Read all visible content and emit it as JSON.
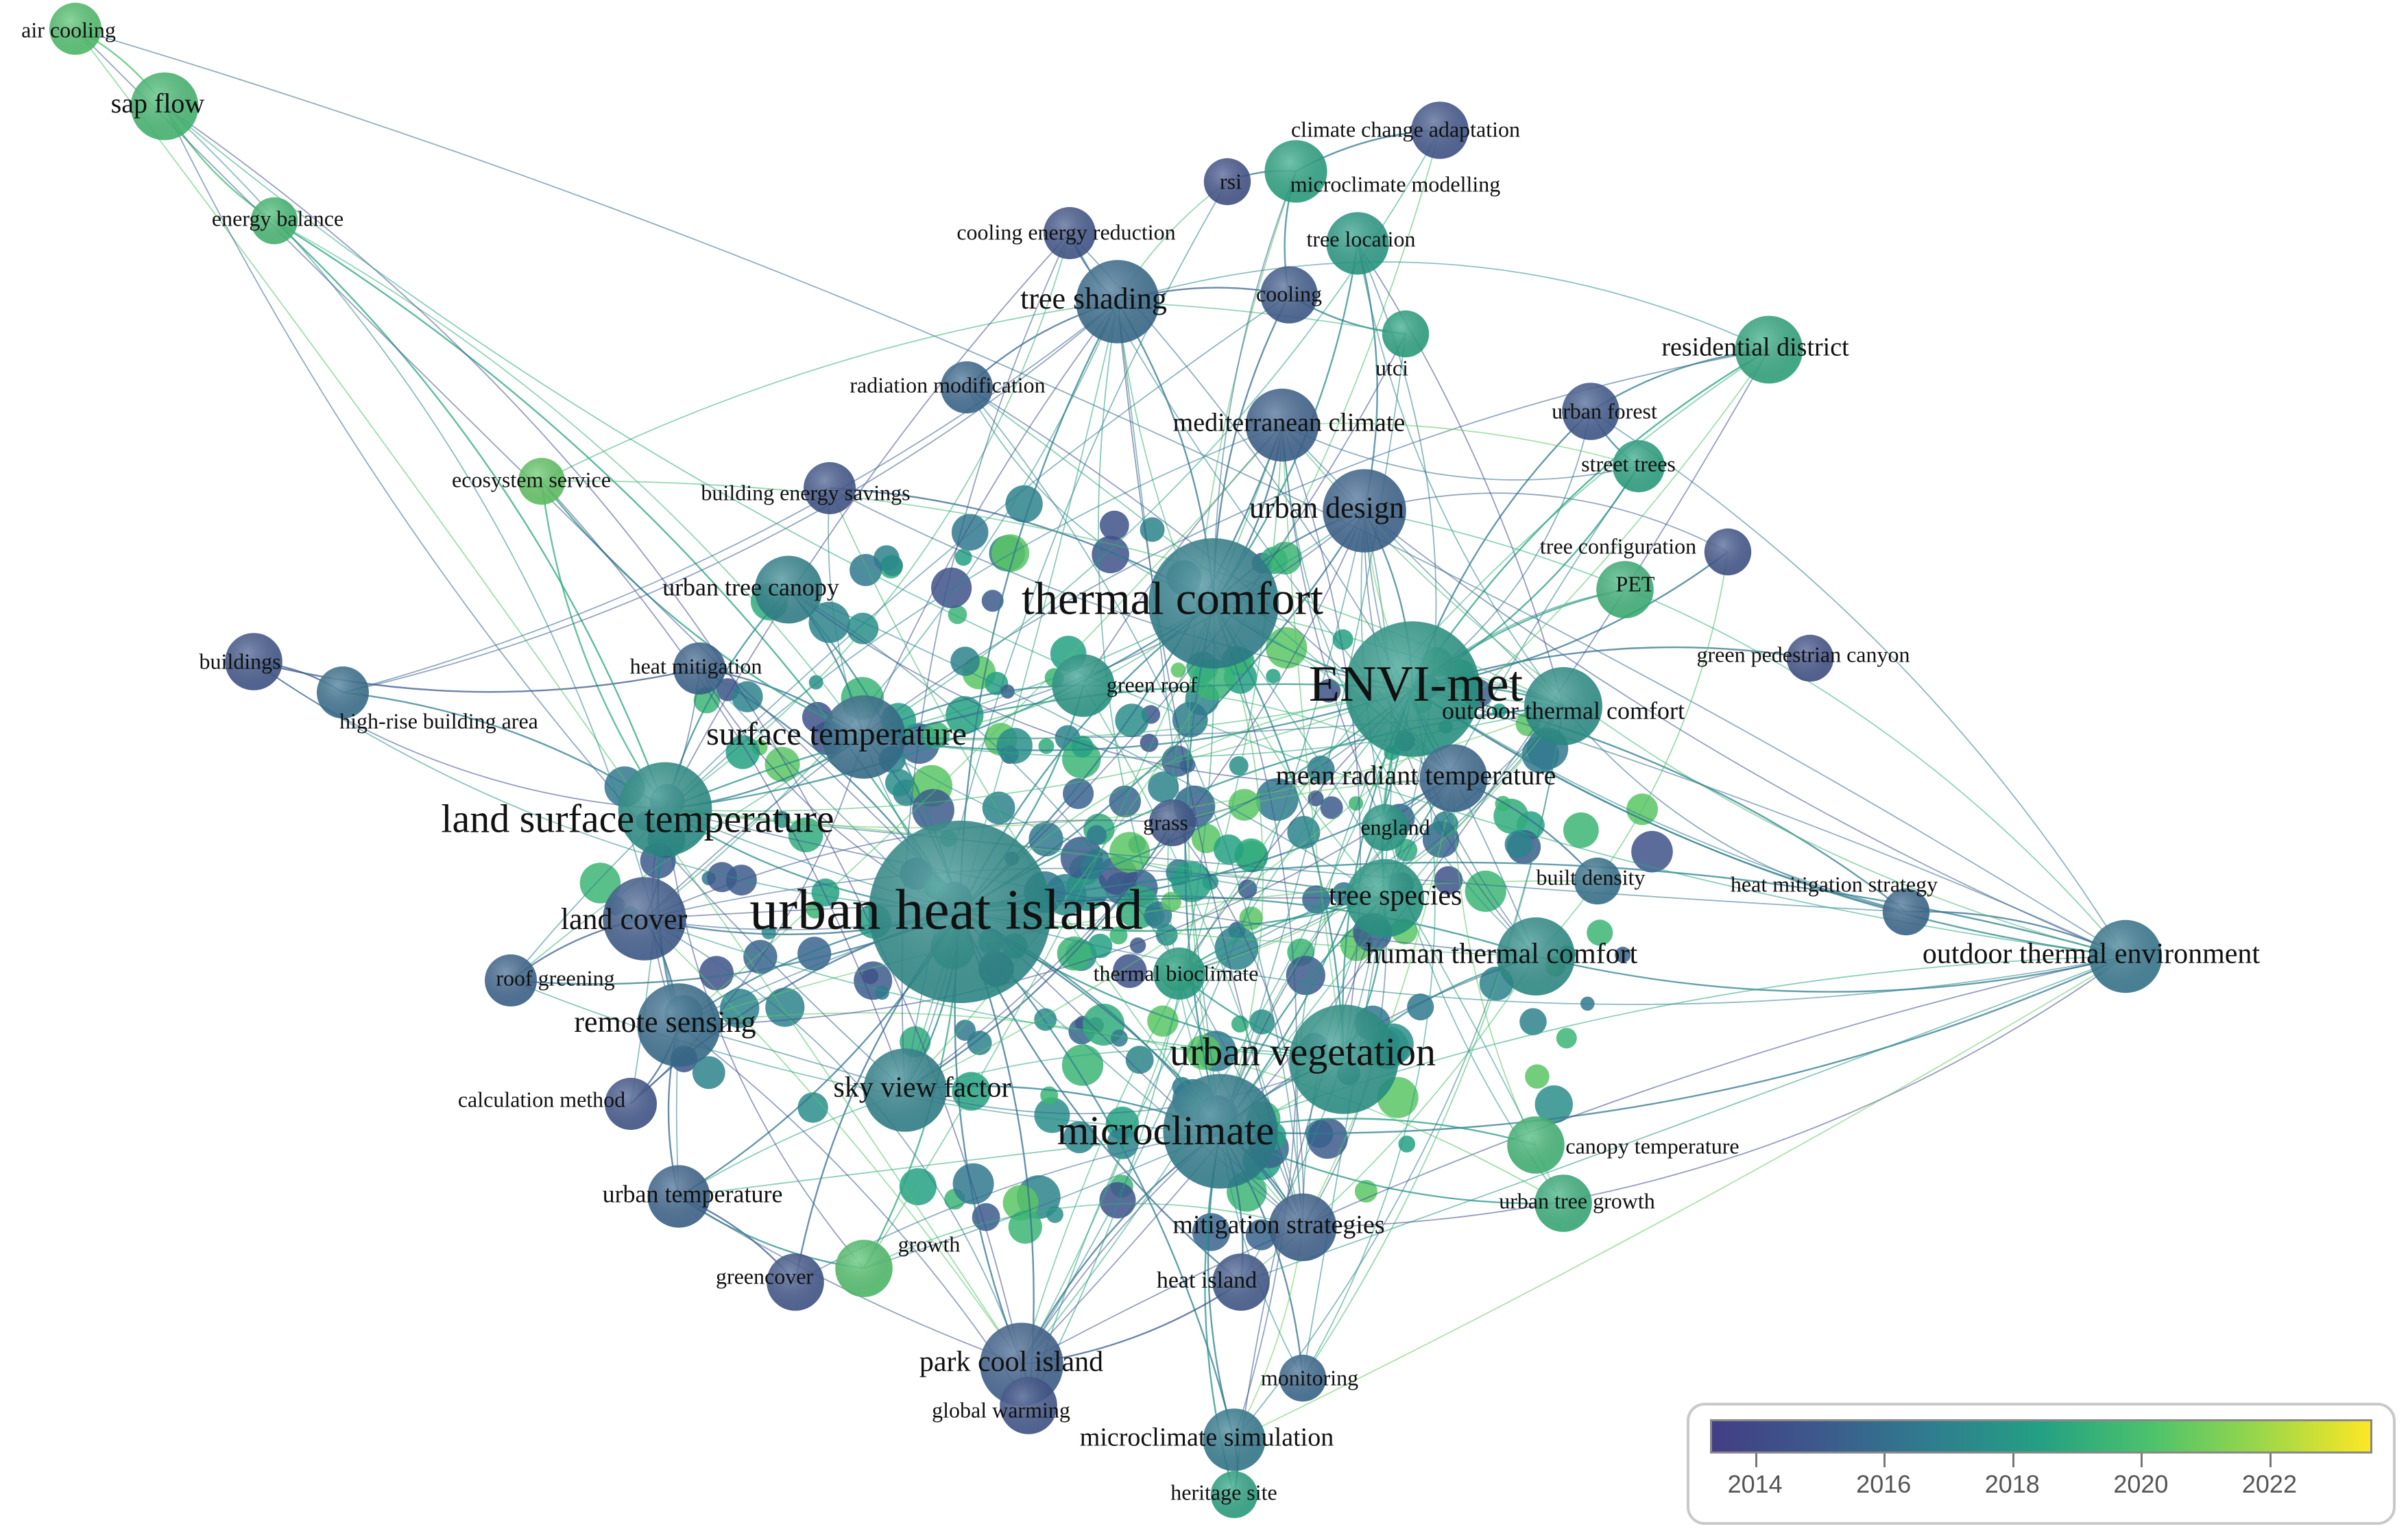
{
  "colors": {
    "scale": [
      "#433e85",
      "#3c5a8c",
      "#2f7d8e",
      "#24a083",
      "#4cc26c",
      "#9bd74a",
      "#fde725"
    ],
    "edge": "#2a8c8c",
    "background": "#ffffff"
  },
  "legend": {
    "labels": [
      "2014",
      "2016",
      "2018",
      "2020",
      "2022"
    ],
    "min_year": 2013.3,
    "max_year": 2023.6
  },
  "nodes": [
    {
      "label": "urban heat island",
      "year": 2017.4,
      "weight": 100
    },
    {
      "label": "thermal comfort",
      "year": 2016.9,
      "weight": 62
    },
    {
      "label": "ENVI-met",
      "year": 2018.0,
      "weight": 64
    },
    {
      "label": "microclimate",
      "year": 2016.8,
      "weight": 58
    },
    {
      "label": "urban vegetation",
      "year": 2017.8,
      "weight": 52
    },
    {
      "label": "land surface temperature",
      "year": 2017.6,
      "weight": 44
    },
    {
      "label": "surface temperature",
      "year": 2016.0,
      "weight": 40
    },
    {
      "label": "outdoor thermal comfort",
      "year": 2017.6,
      "weight": 34
    },
    {
      "label": "urban design",
      "year": 2015.4,
      "weight": 30
    },
    {
      "label": "land cover",
      "year": 2015.0,
      "weight": 28
    },
    {
      "label": "remote sensing",
      "year": 2015.9,
      "weight": 26
    },
    {
      "label": "human thermal comfort",
      "year": 2017.5,
      "weight": 26
    },
    {
      "label": "sky view factor",
      "year": 2017.0,
      "weight": 22
    },
    {
      "label": "tree species",
      "year": 2018.2,
      "weight": 22
    },
    {
      "label": "mean radiant temperature",
      "year": 2015.6,
      "weight": 22
    },
    {
      "label": "park cool island",
      "year": 2015.2,
      "weight": 22
    },
    {
      "label": "tree shading",
      "year": 2015.8,
      "weight": 20
    },
    {
      "label": "outdoor thermal environment",
      "year": 2016.4,
      "weight": 20
    },
    {
      "label": "mediterranean climate",
      "year": 2015.3,
      "weight": 18
    },
    {
      "label": "mitigation strategies",
      "year": 2015.2,
      "weight": 16
    },
    {
      "label": "urban tree canopy",
      "year": 2017.0,
      "weight": 16
    },
    {
      "label": "residential district",
      "year": 2018.8,
      "weight": 14
    },
    {
      "label": "microclimate simulation",
      "year": 2016.6,
      "weight": 14
    },
    {
      "label": "sap flow",
      "year": 2019.8,
      "weight": 14
    },
    {
      "label": "heat island",
      "year": 2014.8,
      "weight": 14
    },
    {
      "label": "urban temperature",
      "year": 2015.4,
      "weight": 14
    },
    {
      "label": "high-rise building area",
      "year": 2016.0,
      "weight": 12
    },
    {
      "label": "microclimate modelling",
      "year": 2018.6,
      "weight": 12
    },
    {
      "label": "climate change adaptation",
      "year": 2014.6,
      "weight": 10
    },
    {
      "label": "tree location",
      "year": 2018.2,
      "weight": 14
    },
    {
      "label": "cooling",
      "year": 2015.0,
      "weight": 14
    },
    {
      "label": "urban forest",
      "year": 2014.9,
      "weight": 12
    },
    {
      "label": "street trees",
      "year": 2018.6,
      "weight": 10
    },
    {
      "label": "PET",
      "year": 2019.4,
      "weight": 12
    },
    {
      "label": "tree configuration",
      "year": 2014.6,
      "weight": 9
    },
    {
      "label": "green pedestrian canyon",
      "year": 2014.4,
      "weight": 8
    },
    {
      "label": "built density",
      "year": 2016.2,
      "weight": 8
    },
    {
      "label": "heat mitigation strategy",
      "year": 2015.6,
      "weight": 10
    },
    {
      "label": "canopy temperature",
      "year": 2019.6,
      "weight": 10
    },
    {
      "label": "urban tree growth",
      "year": 2019.2,
      "weight": 10
    },
    {
      "label": "monitoring",
      "year": 2015.6,
      "weight": 8
    },
    {
      "label": "heritage site",
      "year": 2018.6,
      "weight": 8
    },
    {
      "label": "global warming",
      "year": 2014.6,
      "weight": 10
    },
    {
      "label": "greencover",
      "year": 2014.6,
      "weight": 10
    },
    {
      "label": "growth",
      "year": 2020.2,
      "weight": 10
    },
    {
      "label": "calculation method",
      "year": 2014.6,
      "weight": 9
    },
    {
      "label": "roof greening",
      "year": 2015.4,
      "weight": 10
    },
    {
      "label": "buildings",
      "year": 2014.6,
      "weight": 12
    },
    {
      "label": "heat mitigation",
      "year": 2015.4,
      "weight": 12
    },
    {
      "label": "green roof",
      "year": 2018.0,
      "weight": 14
    },
    {
      "label": "grass",
      "year": 2014.8,
      "weight": 8
    },
    {
      "label": "england",
      "year": 2018.2,
      "weight": 8
    },
    {
      "label": "thermal bioclimate",
      "year": 2018.4,
      "weight": 10
    },
    {
      "label": "building energy savings",
      "year": 2014.6,
      "weight": 10
    },
    {
      "label": "ecosystem service",
      "year": 2020.6,
      "weight": 8
    },
    {
      "label": "energy balance",
      "year": 2019.8,
      "weight": 8
    },
    {
      "label": "air cooling",
      "year": 2020.2,
      "weight": 10
    },
    {
      "label": "radiation modification",
      "year": 2015.6,
      "weight": 10
    },
    {
      "label": "cooling energy reduction",
      "year": 2014.6,
      "weight": 9
    },
    {
      "label": "rsi",
      "year": 2014.4,
      "weight": 8
    },
    {
      "label": "utci",
      "year": 2018.6,
      "weight": 8
    }
  ],
  "links": [
    [
      "urban heat island",
      "thermal comfort"
    ],
    [
      "urban heat island",
      "ENVI-met"
    ],
    [
      "urban heat island",
      "microclimate"
    ],
    [
      "urban heat island",
      "urban vegetation"
    ],
    [
      "urban heat island",
      "land surface temperature"
    ],
    [
      "urban heat island",
      "surface temperature"
    ],
    [
      "urban heat island",
      "land cover"
    ],
    [
      "urban heat island",
      "remote sensing"
    ],
    [
      "urban heat island",
      "sky view factor"
    ],
    [
      "urban heat island",
      "park cool island"
    ],
    [
      "urban heat island",
      "tree shading"
    ],
    [
      "urban heat island",
      "urban design"
    ],
    [
      "urban heat island",
      "mitigation strategies"
    ],
    [
      "urban heat island",
      "heat island"
    ],
    [
      "urban heat island",
      "urban temperature"
    ],
    [
      "urban heat island",
      "tree species"
    ],
    [
      "urban heat island",
      "human thermal comfort"
    ],
    [
      "urban heat island",
      "mean radiant temperature"
    ],
    [
      "urban heat island",
      "outdoor thermal comfort"
    ],
    [
      "urban heat island",
      "urban tree canopy"
    ],
    [
      "urban heat island",
      "microclimate simulation"
    ],
    [
      "urban heat island",
      "green roof"
    ],
    [
      "urban heat island",
      "roof greening"
    ],
    [
      "urban heat island",
      "heat mitigation"
    ],
    [
      "urban heat island",
      "growth"
    ],
    [
      "urban heat island",
      "greencover"
    ],
    [
      "urban heat island",
      "global warming"
    ],
    [
      "urban heat island",
      "calculation method"
    ],
    [
      "urban heat island",
      "outdoor thermal environment"
    ],
    [
      "urban heat island",
      "mediterranean climate"
    ],
    [
      "ENVI-met",
      "thermal comfort"
    ],
    [
      "ENVI-met",
      "mean radiant temperature"
    ],
    [
      "ENVI-met",
      "outdoor thermal comfort"
    ],
    [
      "ENVI-met",
      "urban vegetation"
    ],
    [
      "ENVI-met",
      "microclimate"
    ],
    [
      "ENVI-met",
      "urban design"
    ],
    [
      "ENVI-met",
      "PET"
    ],
    [
      "ENVI-met",
      "street trees"
    ],
    [
      "ENVI-met",
      "residential district"
    ],
    [
      "ENVI-met",
      "tree configuration"
    ],
    [
      "ENVI-met",
      "green pedestrian canyon"
    ],
    [
      "ENVI-met",
      "outdoor thermal environment"
    ],
    [
      "ENVI-met",
      "heat mitigation strategy"
    ],
    [
      "ENVI-met",
      "tree species"
    ],
    [
      "ENVI-met",
      "urban forest"
    ],
    [
      "ENVI-met",
      "land surface temperature"
    ],
    [
      "ENVI-met",
      "surface temperature"
    ],
    [
      "thermal comfort",
      "microclimate"
    ],
    [
      "thermal comfort",
      "urban vegetation"
    ],
    [
      "thermal comfort",
      "tree shading"
    ],
    [
      "thermal comfort",
      "urban design"
    ],
    [
      "thermal comfort",
      "mediterranean climate"
    ],
    [
      "thermal comfort",
      "cooling"
    ],
    [
      "thermal comfort",
      "tree location"
    ],
    [
      "thermal comfort",
      "land surface temperature"
    ],
    [
      "thermal comfort",
      "building energy savings"
    ],
    [
      "microclimate",
      "urban vegetation"
    ],
    [
      "microclimate",
      "sky view factor"
    ],
    [
      "microclimate",
      "mitigation strategies"
    ],
    [
      "microclimate",
      "park cool island"
    ],
    [
      "microclimate",
      "heat island"
    ],
    [
      "microclimate",
      "microclimate simulation"
    ],
    [
      "microclimate",
      "monitoring"
    ],
    [
      "microclimate",
      "heritage site"
    ],
    [
      "microclimate",
      "canopy temperature"
    ],
    [
      "microclimate",
      "urban tree growth"
    ],
    [
      "microclimate",
      "tree species"
    ],
    [
      "microclimate",
      "outdoor thermal environment"
    ],
    [
      "urban vegetation",
      "human thermal comfort"
    ],
    [
      "urban vegetation",
      "tree species"
    ],
    [
      "urban vegetation",
      "thermal bioclimate"
    ],
    [
      "land surface temperature",
      "surface temperature"
    ],
    [
      "land surface temperature",
      "land cover"
    ],
    [
      "land surface temperature",
      "remote sensing"
    ],
    [
      "land surface temperature",
      "urban tree canopy"
    ],
    [
      "land surface temperature",
      "high-rise building area"
    ],
    [
      "land surface temperature",
      "ecosystem service"
    ],
    [
      "surface temperature",
      "heat mitigation"
    ],
    [
      "surface temperature",
      "green roof"
    ],
    [
      "surface temperature",
      "urban tree canopy"
    ],
    [
      "land cover",
      "remote sensing"
    ],
    [
      "land cover",
      "roof greening"
    ],
    [
      "remote sensing",
      "calculation method"
    ],
    [
      "remote sensing",
      "urban temperature"
    ],
    [
      "urban temperature",
      "greencover"
    ],
    [
      "urban temperature",
      "growth"
    ],
    [
      "tree shading",
      "cooling energy reduction"
    ],
    [
      "tree shading",
      "radiation modification"
    ],
    [
      "tree shading",
      "cooling"
    ],
    [
      "cooling",
      "utci"
    ],
    [
      "cooling",
      "microclimate modelling"
    ],
    [
      "microclimate modelling",
      "rsi"
    ],
    [
      "microclimate modelling",
      "climate change adaptation"
    ],
    [
      "urban design",
      "tree location"
    ],
    [
      "urban forest",
      "residential district"
    ],
    [
      "urban forest",
      "street trees"
    ],
    [
      "buildings",
      "high-rise building area"
    ],
    [
      "buildings",
      "heat mitigation"
    ],
    [
      "air cooling",
      "sap flow"
    ],
    [
      "sap flow",
      "energy balance"
    ],
    [
      "energy balance",
      "land surface temperature"
    ],
    [
      "ecosystem service",
      "surface temperature"
    ],
    [
      "park cool island",
      "global warming"
    ],
    [
      "park cool island",
      "heat island"
    ],
    [
      "microclimate simulation",
      "heritage site"
    ],
    [
      "mean radiant temperature",
      "england"
    ],
    [
      "mean radiant temperature",
      "built density"
    ],
    [
      "human thermal comfort",
      "outdoor thermal environment"
    ],
    [
      "heat mitigation strategy",
      "outdoor thermal environment"
    ],
    [
      "sky view factor",
      "grass"
    ],
    [
      "thermal bioclimate",
      "tree species"
    ],
    [
      "urban heat island",
      "energy balance"
    ]
  ]
}
